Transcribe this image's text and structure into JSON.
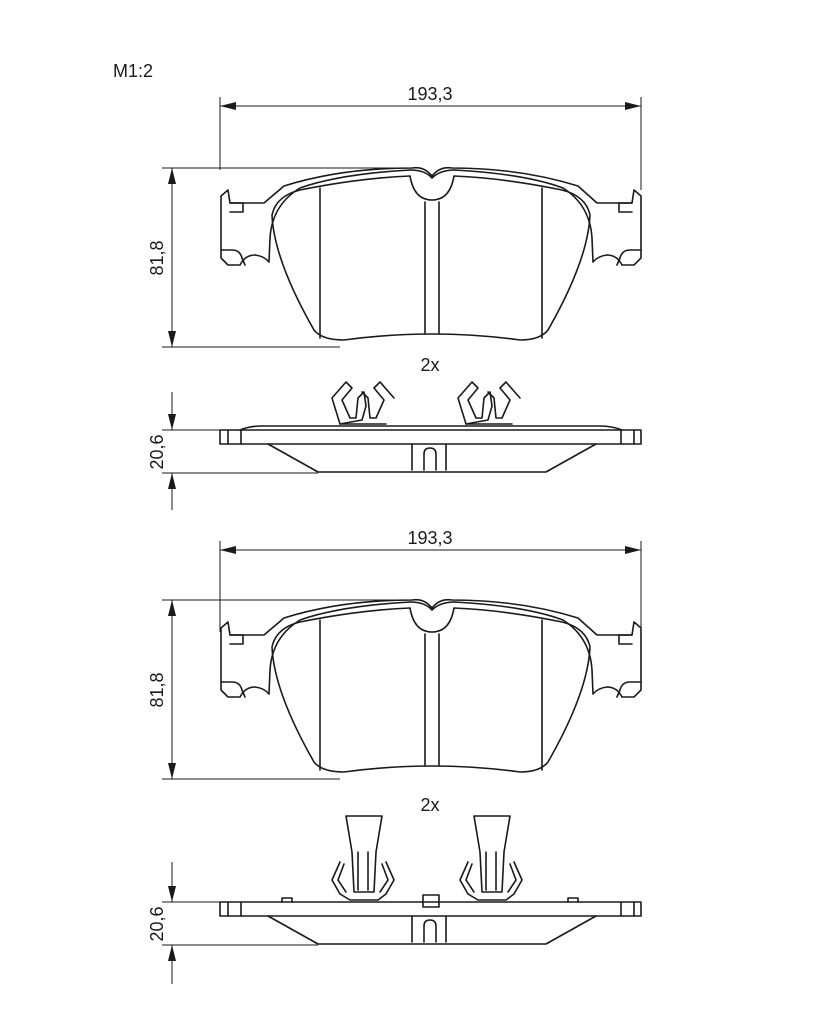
{
  "scale_label": "M1:2",
  "views": [
    {
      "width_dim": "193,3",
      "height_dim": "81,8",
      "quantity": "2x",
      "thickness_dim": "20,6"
    },
    {
      "width_dim": "193,3",
      "height_dim": "81,8",
      "quantity": "2x",
      "thickness_dim": "20,6"
    }
  ]
}
